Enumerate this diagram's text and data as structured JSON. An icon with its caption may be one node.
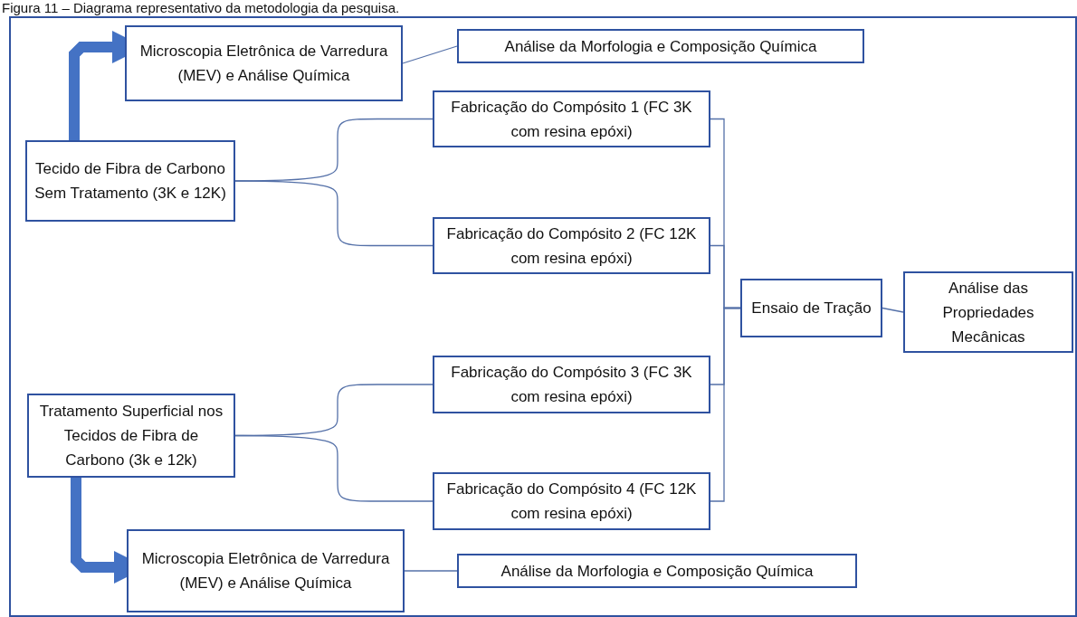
{
  "diagram": {
    "title": "Figura 11 – Diagrama representativo da metodologia da pesquisa.",
    "nodes": [
      {
        "text": [
          "Microscopia Eletrônica de Varredura (MEV) e Análise Química"
        ]
      },
      {
        "text": [
          "Análise da Morfologia e Composição Química"
        ]
      },
      {
        "text": [
          "Tecido de Fibra de Carbono Sem Tratamento (3K e 12K)"
        ]
      },
      {
        "text": [
          "Fabricação do Compósito 1 (FC 3K com resina epóxi)"
        ]
      },
      {
        "text": [
          "Fabricação do Compósito 2 (FC 12K com resina epóxi)"
        ]
      },
      {
        "text": [
          "Ensaio de Tração"
        ]
      },
      {
        "text": [
          "Análise das Propriedades Mecânicas"
        ]
      },
      {
        "text": [
          "Fabricação do Compósito 3 (FC 3K com resina epóxi)"
        ]
      },
      {
        "text": [
          "Tratamento Superficial nos Tecidos de Fibra de Carbono (3k e 12k)"
        ]
      },
      {
        "text": [
          "Fabricação do Compósito 4 (FC 12K com resina epóxi)"
        ]
      },
      {
        "text": [
          "Microscopia Eletrônica de Varredura (MEV) e Análise Química"
        ]
      },
      {
        "text": [
          "Análise da Morfologia e Composição Química"
        ]
      }
    ],
    "edges": [
      {
        "from": 2,
        "to": 0,
        "arrow": "to",
        "style": "thick",
        "color": "#4472c4"
      },
      {
        "from": 0,
        "to": 1,
        "arrow": "none"
      },
      {
        "from": 2,
        "to": 3,
        "arrow": "none"
      },
      {
        "from": 2,
        "to": 4,
        "arrow": "none"
      },
      {
        "from": 3,
        "to": 5,
        "arrow": "none"
      },
      {
        "from": 4,
        "to": 5,
        "arrow": "none"
      },
      {
        "from": 7,
        "to": 5,
        "arrow": "none"
      },
      {
        "from": 9,
        "to": 5,
        "arrow": "none"
      },
      {
        "from": 5,
        "to": 6,
        "arrow": "none"
      },
      {
        "from": 8,
        "to": 7,
        "arrow": "none"
      },
      {
        "from": 8,
        "to": 9,
        "arrow": "none"
      },
      {
        "from": 8,
        "to": 10,
        "arrow": "to",
        "style": "thick",
        "color": "#4472c4"
      },
      {
        "from": 10,
        "to": 11,
        "arrow": "none"
      }
    ]
  }
}
